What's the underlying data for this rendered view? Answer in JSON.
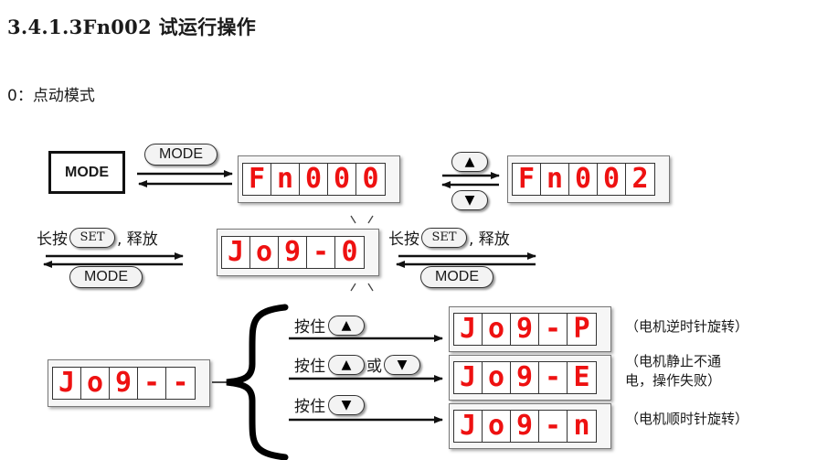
{
  "heading": "3.4.1.3Fn002 试运行操作",
  "subheading": "0：点动模式",
  "mode_box_label": "MODE",
  "mode_key_label": "MODE",
  "set_key_label": "SET",
  "long_press_prefix": "长按",
  "long_press_suffix": ", 释放",
  "hold_label": "按住",
  "or_label": "或",
  "displays": {
    "fn000": [
      "F",
      "n",
      "0",
      "0",
      "0"
    ],
    "fn002": [
      "F",
      "n",
      "0",
      "0",
      "2"
    ],
    "jog0": [
      "J",
      "o",
      "9",
      "-",
      "0"
    ],
    "jog_idle": [
      "J",
      "o",
      "9",
      "-",
      "-"
    ],
    "jog_p": [
      "J",
      "o",
      "9",
      "-",
      "P"
    ],
    "jog_e": [
      "J",
      "o",
      "9",
      "-",
      "E"
    ],
    "jog_n": [
      "J",
      "o",
      "9",
      "-",
      "n"
    ]
  },
  "notes": {
    "ccw": "（电机逆时针旋转）",
    "both_line1": "（电机静止不通",
    "both_line2": "电，操作失败）",
    "cw": "（电机顺时针旋转）"
  },
  "icons": {
    "up": "up-arrow-icon",
    "down": "down-arrow-icon"
  },
  "colors": {
    "segment": "#ee1111"
  }
}
